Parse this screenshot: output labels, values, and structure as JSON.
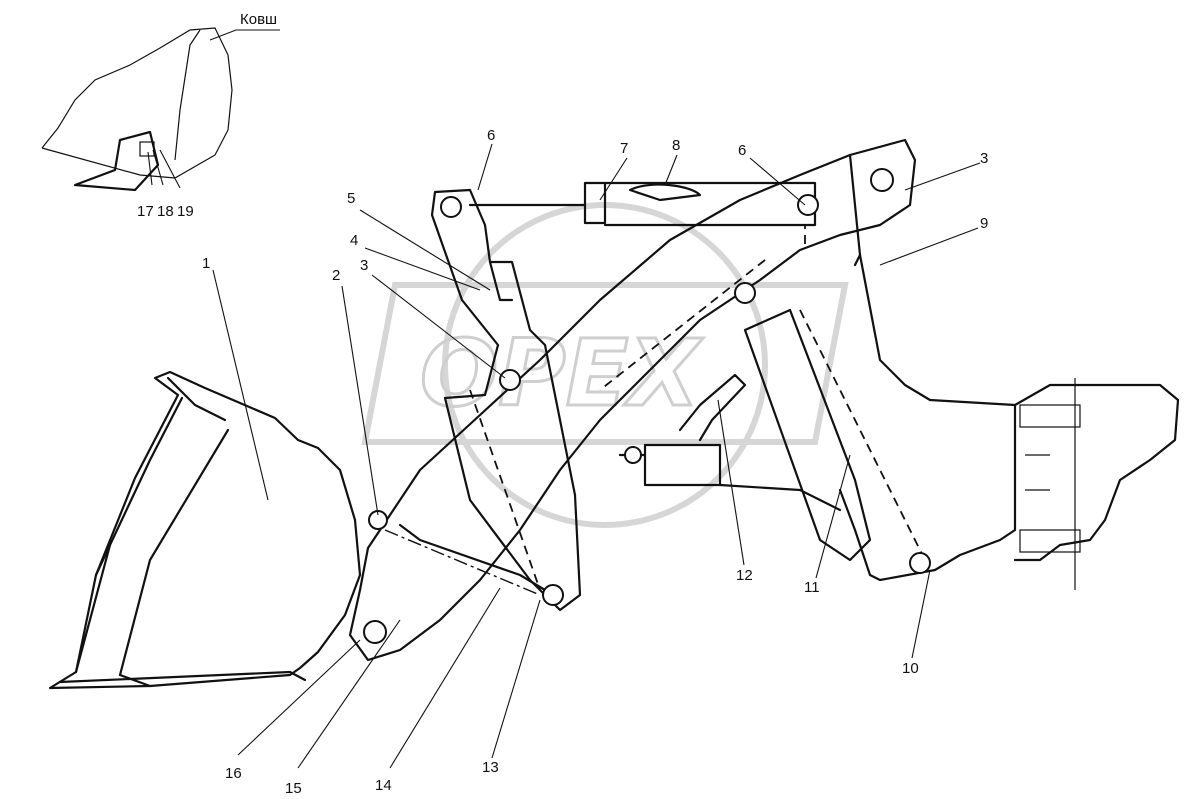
{
  "inset": {
    "title": "Ковш",
    "labels": [
      "17",
      "18",
      "19"
    ]
  },
  "callouts": [
    {
      "num": "1"
    },
    {
      "num": "2"
    },
    {
      "num": "3"
    },
    {
      "num": "4"
    },
    {
      "num": "5"
    },
    {
      "num": "6"
    },
    {
      "num": "7"
    },
    {
      "num": "8"
    },
    {
      "num": "6"
    },
    {
      "num": "3"
    },
    {
      "num": "9"
    },
    {
      "num": "10"
    },
    {
      "num": "11"
    },
    {
      "num": "12"
    },
    {
      "num": "13"
    },
    {
      "num": "14"
    },
    {
      "num": "15"
    },
    {
      "num": "16"
    }
  ],
  "watermark": {
    "text": "OPEX"
  }
}
